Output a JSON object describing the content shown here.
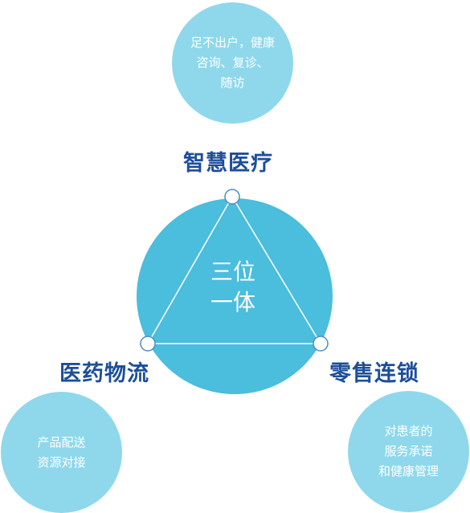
{
  "colors": {
    "bubble": "#8fd8ec",
    "main_circle": "#4bbddd",
    "heading": "#1d4e9a",
    "node_stroke": "#4a8fc0",
    "white": "#ffffff"
  },
  "top_bubble": {
    "text": "足不出户，健康\n咨询、复诊、\n随访"
  },
  "left_bubble": {
    "text": "产品配送\n资源对接"
  },
  "right_bubble": {
    "text": "对患者的\n服务承诺\n和健康管理"
  },
  "headings": {
    "top": "智慧医疗",
    "left": "医药物流",
    "right": "零售连锁"
  },
  "center": {
    "text": "三位\n一体"
  }
}
